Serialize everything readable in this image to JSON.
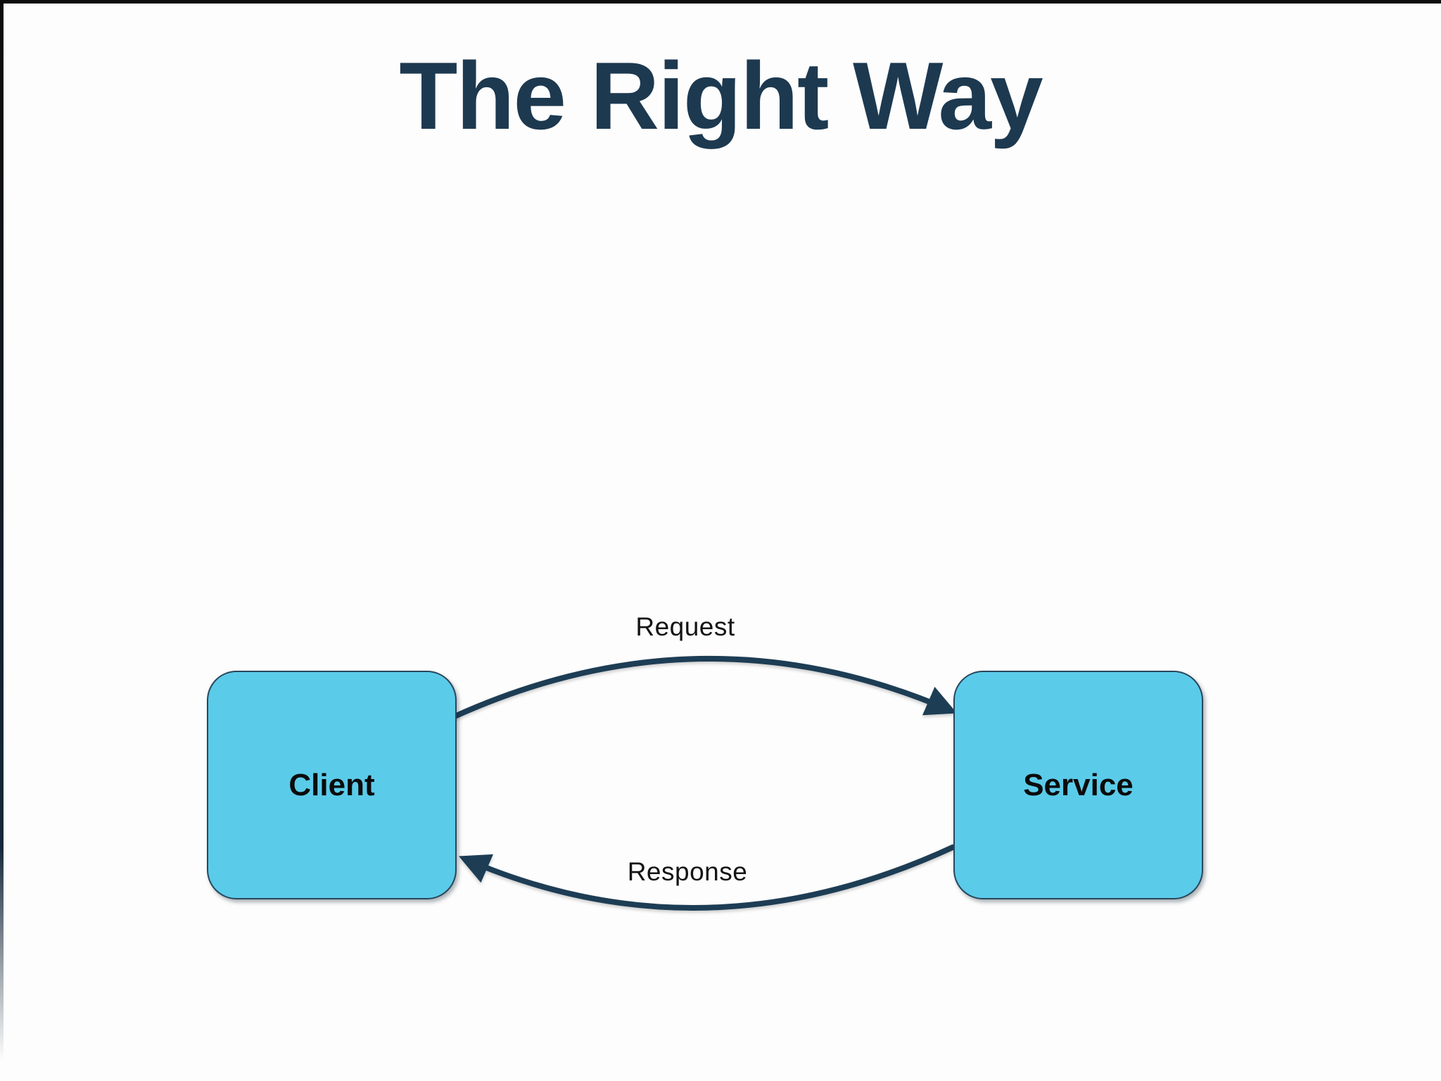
{
  "slide": {
    "title": "The Right Way",
    "nodes": [
      {
        "id": "client",
        "label": "Client"
      },
      {
        "id": "service",
        "label": "Service"
      }
    ],
    "edges": [
      {
        "id": "request",
        "label": "Request",
        "from": "client",
        "to": "service",
        "direction": "left-to-right",
        "position": "top"
      },
      {
        "id": "response",
        "label": "Response",
        "from": "service",
        "to": "client",
        "direction": "right-to-left",
        "position": "bottom"
      }
    ],
    "colors": {
      "background": "#fdfdfd",
      "frame_edge": "#0c0c0c",
      "title_text": "#1d3950",
      "node_fill": "#5bcbea",
      "node_border": "#29475c",
      "node_label_text": "#0b0b0b",
      "arrow": "#1d3d55",
      "edge_label_text": "#141414"
    }
  }
}
